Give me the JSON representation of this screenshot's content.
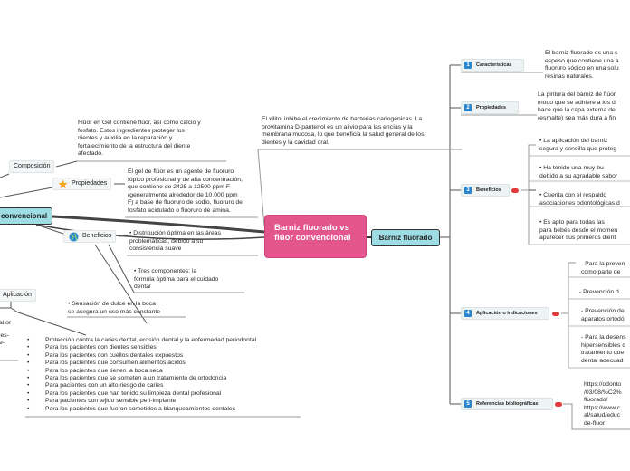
{
  "central": {
    "title": "Barniz fluorado vs flúor convencional"
  },
  "main_right": {
    "label": "Barniz fluorado"
  },
  "main_left": {
    "label": "convencional"
  },
  "right_branches": [
    {
      "num": "1",
      "label": "Características"
    },
    {
      "num": "2",
      "label": "Propiedades"
    },
    {
      "num": "3",
      "label": "Beneficios"
    },
    {
      "num": "4",
      "label": "Aplicación o indicaciones"
    },
    {
      "num": "5",
      "label": "Referencias bibliográficas"
    }
  ],
  "right_texts": {
    "caracteristicas": [
      "El barniz fluorado es una s",
      "espeso que contiene una a",
      "fluoruro sódico en una solu",
      "resinas naturales."
    ],
    "propiedades": [
      "La pintura del barniz de flúor",
      "modo que se adhiere a los di",
      "hace que la capa externa de",
      "(esmalte) sea más dura a fin"
    ],
    "beneficio_1": [
      "•      La aplicación del barniz",
      "segura y sencilla que proteg"
    ],
    "beneficio_2": [
      "•      Ha tenido una muy bu",
      "debido a su agradable sabor"
    ],
    "beneficio_3": [
      "•      Cuenta con el respaldo",
      "asociaciones odontológicas d"
    ],
    "beneficio_4": [
      "•      Es apto para todas las",
      "para bebés desde el momen",
      "aparecer sus primeros dient"
    ],
    "aplicacion_1": [
      "- Para la preven",
      "como parte de"
    ],
    "aplicacion_2": [
      "-  Prevención d"
    ],
    "aplicacion_3": [
      "- Prevención de",
      "aparatos ortodó"
    ],
    "aplicacion_4": [
      "- Para la desens",
      "hipersensibles c",
      "tratamiento que",
      "dental adecuad"
    ],
    "referencias": [
      "https://odonto",
      "/03/08/%C2%",
      "fluorado/",
      "https://www.c",
      "al/salud/educ",
      "de-fluor"
    ]
  },
  "xilitol_text": [
    "El xilitol inhibe el crecimiento de bacterias cariogénicas. La",
    "provitamina D-pantenol es un alivio para las encías y la",
    "membrana mucosa, lo que beneficia la salud general de los",
    "dientes y la cavidad oral."
  ],
  "left_nodes": {
    "composicion": "Composición",
    "propiedades": "Propiedades",
    "beneficios": "Beneficios",
    "aplicacion": "Aplicación"
  },
  "left_texts": {
    "composicion": [
      "Flúor en Gel contiene flúor, así como calcio y",
      "fosfato. Estos ingredientes proteger los",
      "dientes y auxilia en la reparación y",
      "fortalecimiento de la estructura del diente",
      "afectado."
    ],
    "propiedades": [
      "El gel de flúor es un agente de fluoruro",
      "tópico profesional y de alta concentración,",
      "que contiene de 2425 a 12500 ppm F",
      "(generalmente alrededor de 10.000 ppm",
      "F) a base de fluoruro de sodio, fluoruro de",
      "fosfato acidulado o fluoruro de amina."
    ],
    "beneficio_1": [
      "•        Distribución óptima en las áreas",
      "problemáticas, debido a su",
      "consistencia suave"
    ],
    "beneficio_2": [
      "•        Tres componentes: la",
      "fórmula óptima para el cuidado",
      "dental"
    ],
    "beneficio_3": [
      "•       Sensación de dulce en la boca",
      "se asegura un uso más constante"
    ],
    "left_edge": [
      "al.or",
      "les-",
      "e-"
    ]
  },
  "aplicacion_list": [
    "Protección contra la caries dental, erosión dental y la enfermedad periodontal",
    "Para los pacientes con dientes sensibles",
    "Para los pacientes con cuellos dentales expuestos",
    "Para los pacientes que consumen alimentos ácidos",
    "Para los pacientes que tienen la boca seca",
    "Para los pacientes que se someten a un tratamiento de ortodoncia",
    "Para pacientes con un alto riesgo de caries",
    "Para los pacientes que han tenido su limpieza dental profesional",
    "Para pacientes con tejido sensible peri-implante",
    "Para los pacientes que fueron sometidos a blanqueamientos dentales"
  ],
  "colors": {
    "central": "#e2558d",
    "main": "#9fdde4",
    "number": "#2a86cf",
    "badge": "#e23a3a"
  }
}
